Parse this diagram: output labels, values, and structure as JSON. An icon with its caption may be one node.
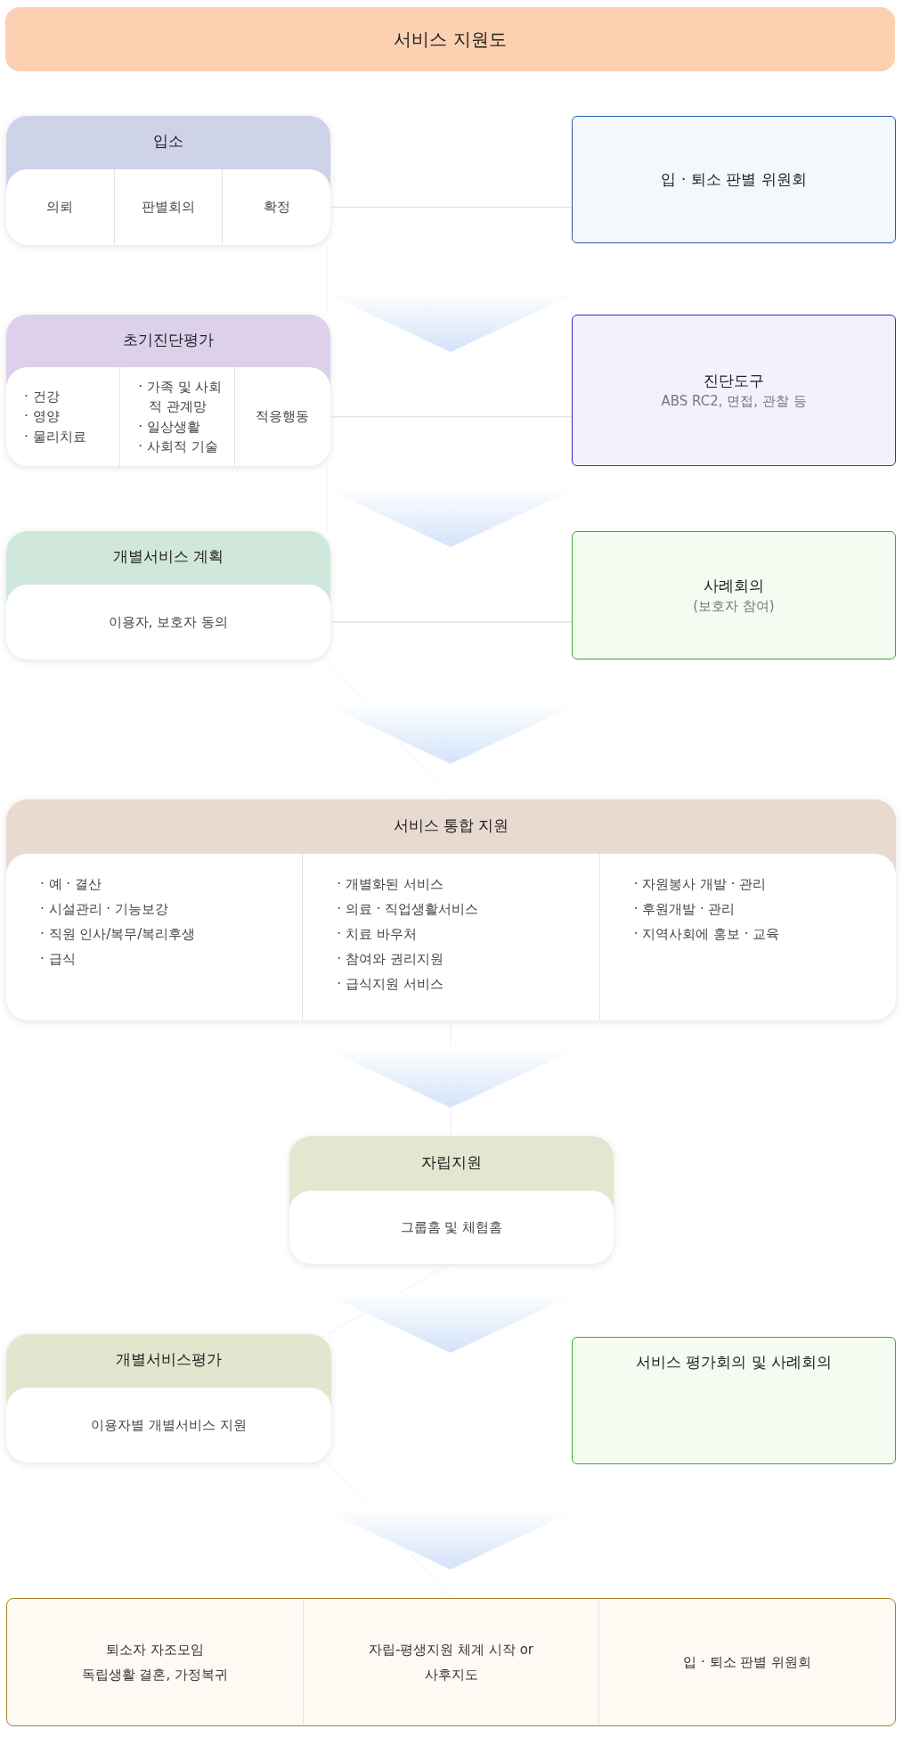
{
  "diagram": {
    "title": "서비스 지원도",
    "nodes": [
      {
        "text": [
          "입소",
          "의뢰",
          "판별회의",
          "확정"
        ]
      },
      {
        "text": [
          "입 · 퇴소 판별 위원회"
        ]
      },
      {
        "text": [
          "초기진단평가",
          "· 건강",
          "· 영양",
          "· 물리치료",
          "· 가족 및 사회적 관계망",
          "· 일상생활",
          "· 사회적 기술",
          "적응행동"
        ]
      },
      {
        "text": [
          "진단도구",
          "ABS RC2, 면접, 관찰 등"
        ]
      },
      {
        "text": [
          "개별서비스 계획",
          "이용자, 보호자 동의"
        ]
      },
      {
        "text": [
          "사례회의",
          "(보호자 참여)"
        ]
      },
      {
        "text": [
          "서비스 통합 지원",
          "· 예 · 결산",
          "· 시설관리 · 기능보강",
          "· 직원 인사/복무/복리후생",
          "· 급식",
          "· 개별화된 서비스",
          "· 의료 · 직업생활서비스",
          "· 치료 바우처",
          "· 참여와 권리지원",
          "· 급식지원 서비스",
          "· 자원봉사 개발 · 관리",
          "· 후원개발 · 관리",
          "· 지역사회에 홍보 · 교육"
        ]
      },
      {
        "text": [
          "자립지원",
          "그룹홈 및 체험홈"
        ]
      },
      {
        "text": [
          "개별서비스평가",
          "이용자별 개별서비스 지원"
        ]
      },
      {
        "text": [
          "서비스 평가회의 및 사례회의"
        ]
      },
      {
        "text": [
          "퇴소자 자조모임",
          "독립생활 결혼, 가정복귀",
          "자립-평생지원 체계 시작 or 사후지도",
          "입 · 퇴소 판별 위원회"
        ]
      }
    ],
    "edges": [
      {
        "from": 0,
        "to": 1,
        "arrow": "none"
      },
      {
        "from": 0,
        "to": 2,
        "arrow": "to"
      },
      {
        "from": 2,
        "to": 3,
        "arrow": "none"
      },
      {
        "from": 2,
        "to": 4,
        "arrow": "to"
      },
      {
        "from": 4,
        "to": 5,
        "arrow": "none"
      },
      {
        "from": 4,
        "to": 6,
        "arrow": "to"
      },
      {
        "from": 6,
        "to": 7,
        "arrow": "to"
      },
      {
        "from": 7,
        "to": 8,
        "arrow": "to"
      },
      {
        "from": 8,
        "to": 10,
        "arrow": "to"
      }
    ]
  }
}
